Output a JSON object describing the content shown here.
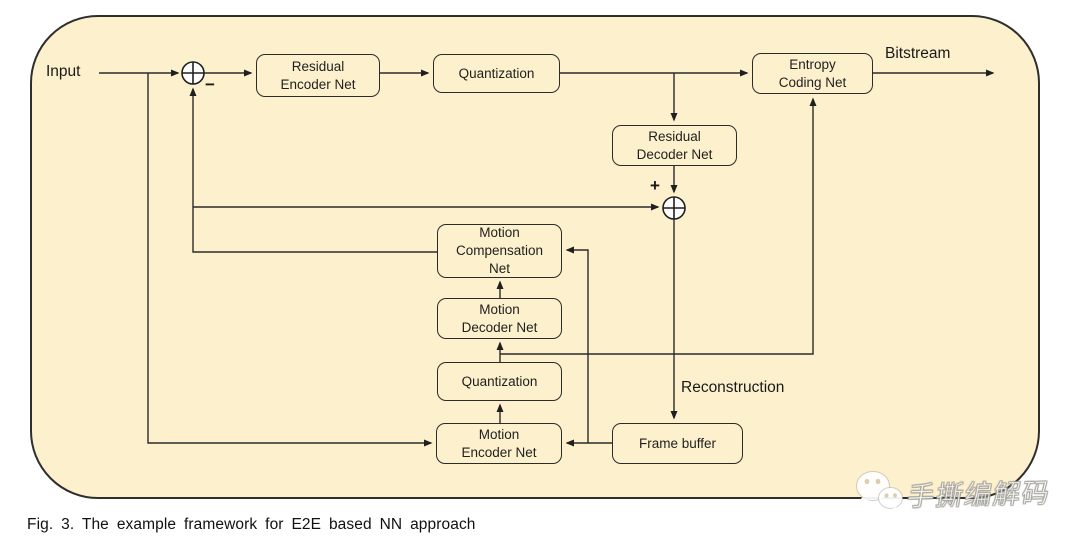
{
  "figure": {
    "colors": {
      "canvas_fill": "#FDF0CC",
      "stroke": "#2B2B2B",
      "text": "#1F1F1F"
    },
    "labels": {
      "input": "Input",
      "bitstream": "Bitstream",
      "reconstruction": "Reconstruction"
    },
    "operators": {
      "subtract_sign": "−",
      "add_sign": "+"
    },
    "boxes": {
      "residual_encoder": {
        "label": "Residual\nEncoder Net"
      },
      "quantization_top": {
        "label": "Quantization"
      },
      "entropy_coding": {
        "label": "Entropy\nCoding Net"
      },
      "residual_decoder": {
        "label": "Residual\nDecoder Net"
      },
      "motion_compensation": {
        "label": "Motion\nCompensation\nNet"
      },
      "motion_decoder": {
        "label": "Motion\nDecoder Net"
      },
      "quantization_bottom": {
        "label": "Quantization"
      },
      "motion_encoder": {
        "label": "Motion\nEncoder Net"
      },
      "frame_buffer": {
        "label": "Frame buffer"
      }
    }
  },
  "caption": {
    "text": "Fig. 3. The example framework for E2E based NN approach"
  },
  "watermark": {
    "text": "手撕编解码",
    "icon": "wechat-logo-icon"
  }
}
